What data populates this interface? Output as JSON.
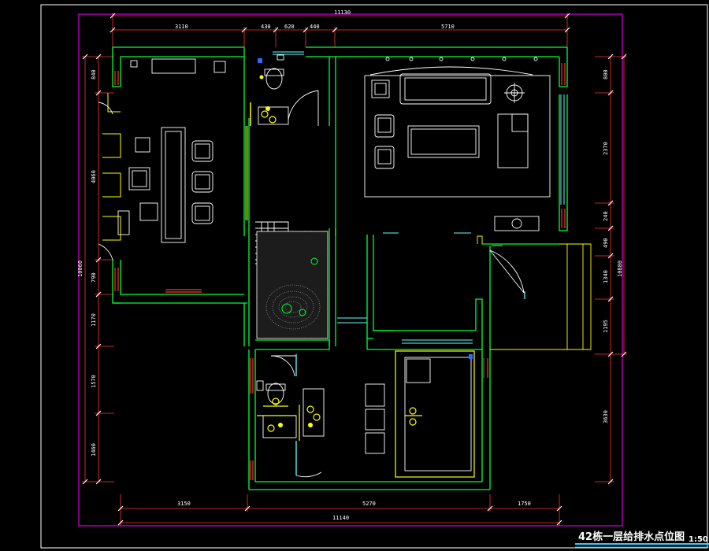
{
  "drawing": {
    "title": "42栋一层给排水点位图",
    "scale": "1:50"
  },
  "dimensions": {
    "top_total": "11130",
    "top_segments": [
      "3110",
      "430",
      "620",
      "440",
      "5710"
    ],
    "bottom_total": "11140",
    "bottom_segments": [
      "3150",
      "5270",
      "1750"
    ],
    "left_total": "10060",
    "left_segments": [
      "840",
      "4060",
      "790",
      "1170",
      "1570",
      "1460"
    ],
    "right_total": "10880",
    "right_segments": [
      "800",
      "2370",
      "240",
      "490",
      "1340",
      "1195",
      "3630"
    ]
  },
  "colors": {
    "background": "#000000",
    "wall": "#00ff33",
    "furniture": "#ffffff",
    "fixture": "#ffff00",
    "hatch": "#ff3333",
    "door": "#66ffff",
    "frame": "#ff00ff",
    "dimension": "#ff3333",
    "title_bar": "#33ccff"
  }
}
